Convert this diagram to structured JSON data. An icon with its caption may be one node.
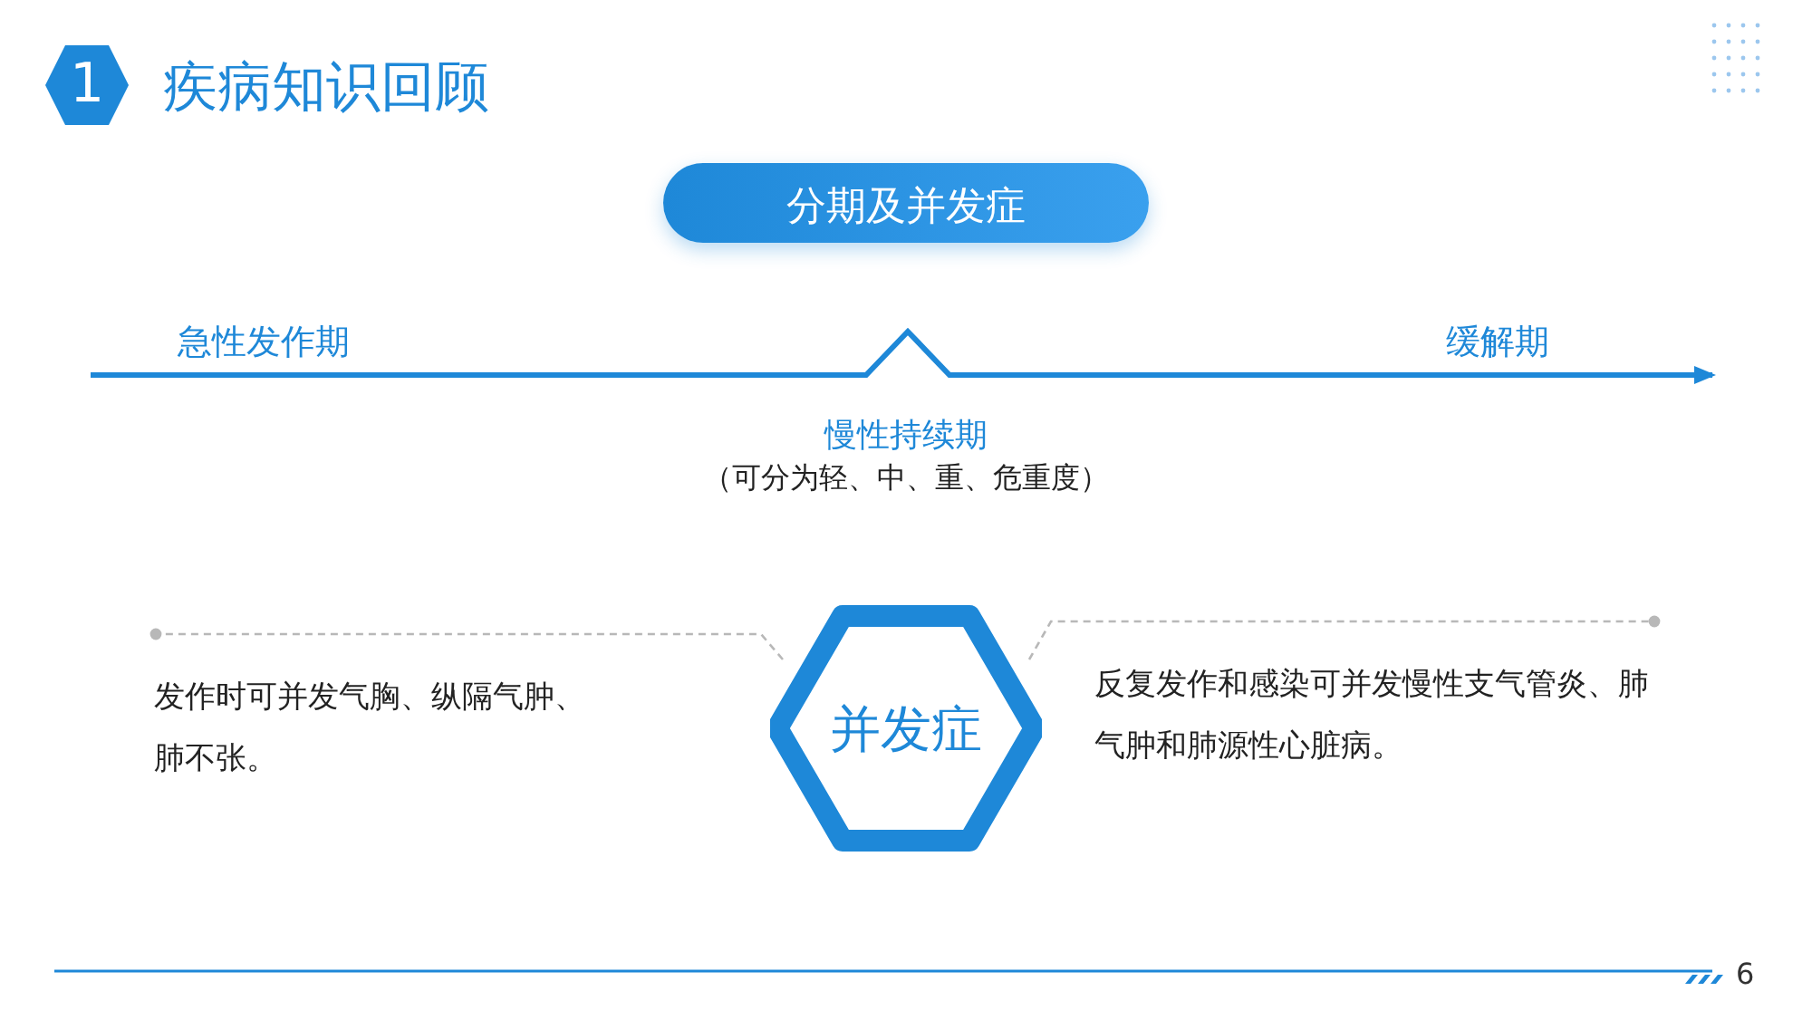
{
  "diagram": {
    "title": "疾病知识回顾",
    "nodes": [
      {
        "text": [
          "1"
        ]
      },
      {
        "text": [
          "分期及并发症"
        ]
      },
      {
        "text": [
          "并发症"
        ]
      },
      {
        "text": [
          "发作时可并发气胸、纵隔气肿、肺不张。"
        ]
      },
      {
        "text": [
          "反复发作和感染可并发慢性支气管炎、肺气肿和肺源性心脏病。"
        ]
      }
    ],
    "edges": [
      {
        "from": 2,
        "to": 3,
        "arrow": "other",
        "style": "dashed"
      },
      {
        "from": 2,
        "to": 4,
        "arrow": "other",
        "style": "dashed"
      }
    ],
    "labels": [
      "急性发作期",
      "缓解期",
      "慢性持续期",
      "（可分为轻、中、重、危重度）",
      "6"
    ]
  }
}
